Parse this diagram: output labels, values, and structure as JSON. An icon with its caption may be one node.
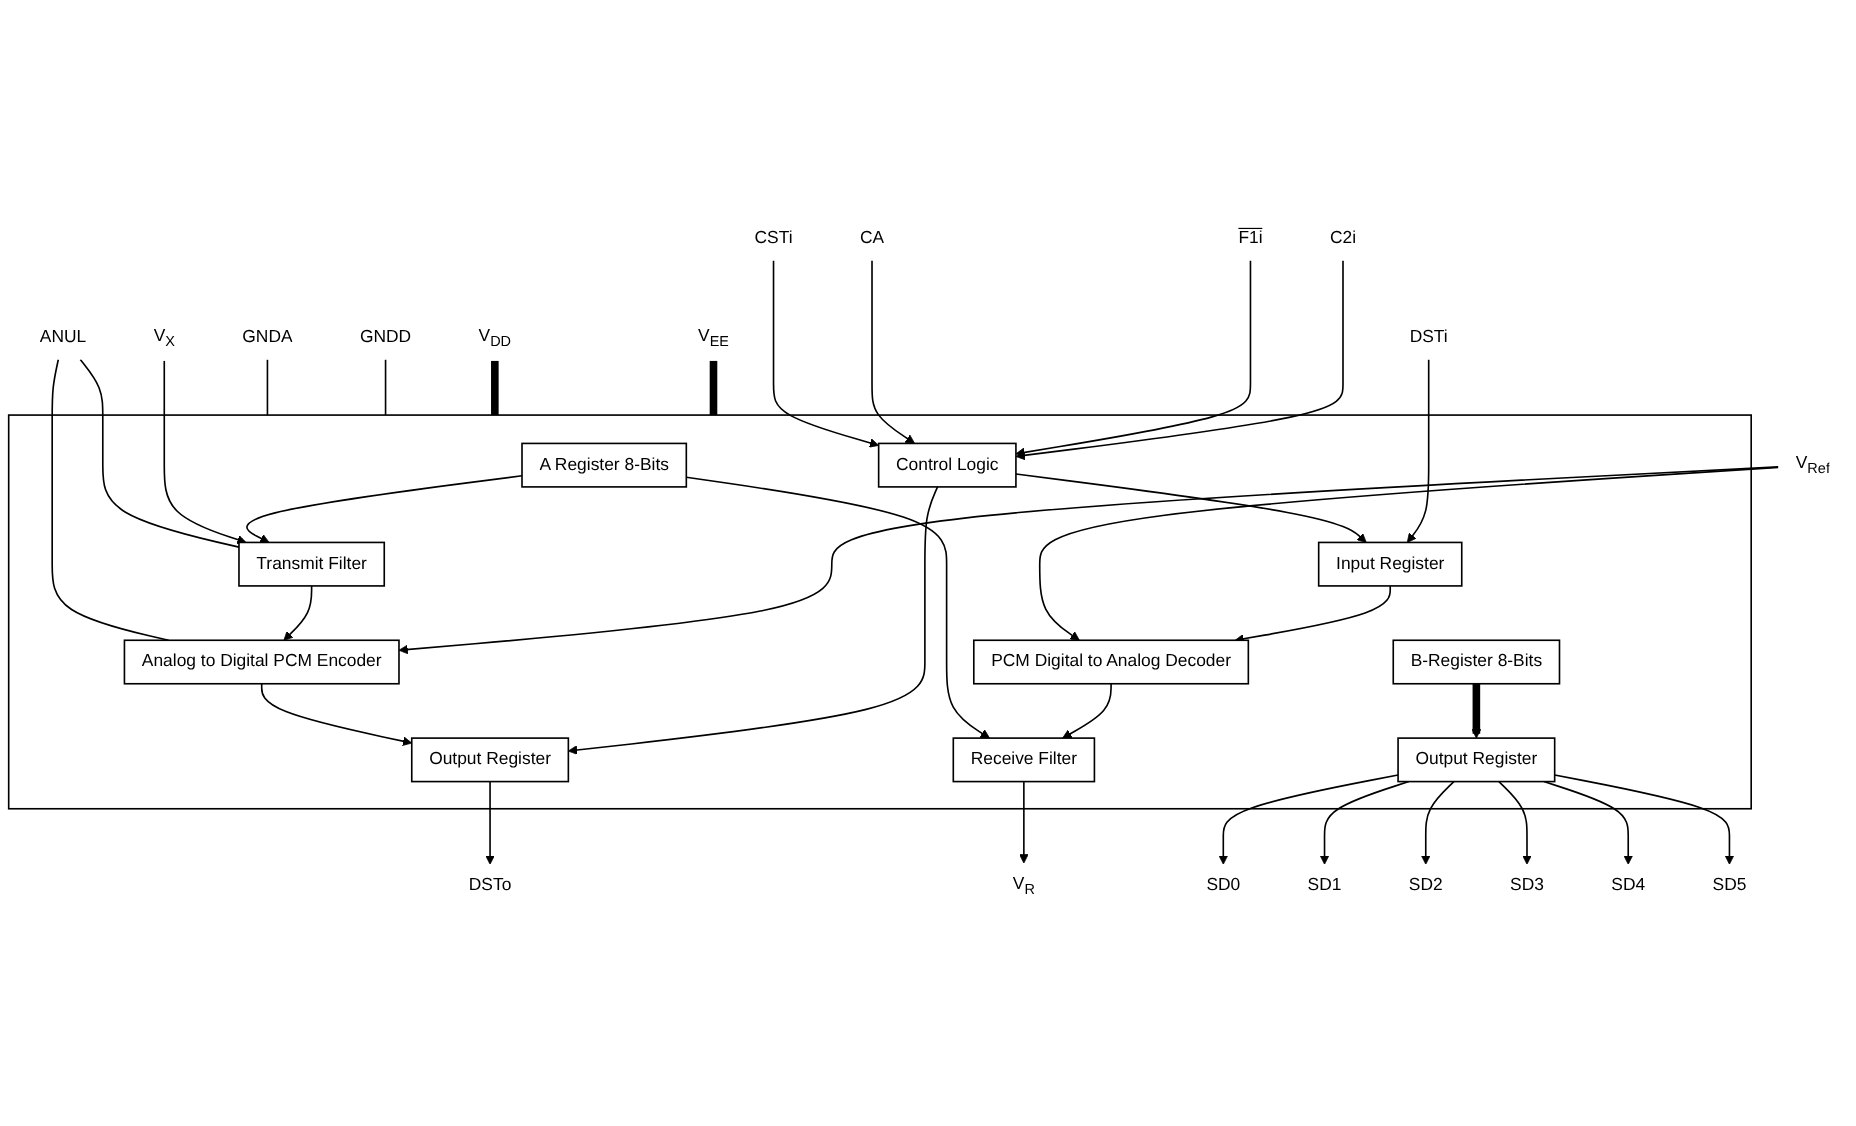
{
  "diagram": {
    "nodes": [
      {
        "text": [],
        "shape": "box"
      },
      {
        "text": [
          "Transmit Filter"
        ],
        "in": 0
      },
      {
        "text": [
          "Analog to Digital PCM Encoder"
        ],
        "in": 0
      },
      {
        "text": [
          "Output Register"
        ],
        "in": 0
      },
      {
        "text": [
          "Output Register"
        ],
        "in": 0
      },
      {
        "text": [
          "A Register 8-Bits"
        ],
        "in": 0
      },
      {
        "text": [
          "B-Register 8-Bits"
        ],
        "in": 0
      },
      {
        "text": [
          "Control Logic"
        ],
        "in": 0
      },
      {
        "text": [
          "Receive Filter"
        ],
        "in": 0
      },
      {
        "text": [
          "PCM Digital to Analog Decoder"
        ],
        "in": 0
      },
      {
        "text": [
          "Input Register"
        ],
        "in": 0
      },
      {
        "text": [
          "ANUL"
        ]
      },
      {
        "text": [
          "V$_{X}$"
        ]
      },
      {
        "text": [
          "SD0"
        ]
      },
      {
        "text": [
          "SD1"
        ]
      },
      {
        "text": [
          "SD2"
        ]
      },
      {
        "text": [
          "SD3"
        ]
      },
      {
        "text": [
          "SD4"
        ]
      },
      {
        "text": [
          "SD5"
        ]
      },
      {
        "text": [
          "V$_{R}$"
        ]
      },
      {
        "text": [
          "DSTo"
        ]
      },
      {
        "text": [
          "CSTi"
        ]
      },
      {
        "text": [
          "CA"
        ]
      },
      {
        "text": [
          "F1i"
        ]
      },
      {
        "text": [
          "C2i"
        ]
      },
      {
        "text": [
          "DSTi"
        ]
      },
      {
        "text": [
          "V$_{Ref}$"
        ]
      },
      {
        "text": [
          "GNDA"
        ]
      },
      {
        "text": [
          "GNDD"
        ]
      },
      {
        "text": [
          "V$_{DD}$"
        ]
      },
      {
        "text": [
          "V$_{EE}$"
        ]
      }
    ],
    "edges": [
      {
        "from": 11,
        "to": 1,
        "arrow": "none"
      },
      {
        "from": 11,
        "to": 2,
        "arrow": "none"
      },
      {
        "from": 12,
        "to": 1,
        "arrow": "to"
      },
      {
        "from": 1,
        "to": 2,
        "arrow": "to"
      },
      {
        "from": 2,
        "to": 3,
        "arrow": "to"
      },
      {
        "from": 3,
        "to": 20,
        "arrow": "to"
      },
      {
        "from": 4,
        "to": 13,
        "arrow": "to"
      },
      {
        "from": 4,
        "to": 14,
        "arrow": "to"
      },
      {
        "from": 4,
        "to": 15,
        "arrow": "to"
      },
      {
        "from": 4,
        "to": 16,
        "arrow": "to"
      },
      {
        "from": 4,
        "to": 17,
        "arrow": "to"
      },
      {
        "from": 4,
        "to": 18,
        "arrow": "to"
      },
      {
        "from": 5,
        "to": 1,
        "arrow": "to"
      },
      {
        "from": 5,
        "to": 8,
        "arrow": "to"
      },
      {
        "from": 26,
        "to": 2,
        "arrow": "to"
      },
      {
        "from": 26,
        "to": 9,
        "arrow": "to"
      },
      {
        "from": 6,
        "to": 4,
        "arrow": "to",
        "style": "thick"
      },
      {
        "from": 7,
        "to": 3,
        "arrow": "to"
      },
      {
        "from": 7,
        "to": 10,
        "arrow": "to"
      },
      {
        "from": 21,
        "to": 7,
        "arrow": "to"
      },
      {
        "from": 22,
        "to": 7,
        "arrow": "to"
      },
      {
        "from": 23,
        "to": 7,
        "arrow": "to"
      },
      {
        "from": 24,
        "to": 7,
        "arrow": "to"
      },
      {
        "from": 25,
        "to": 10,
        "arrow": "to"
      },
      {
        "from": 10,
        "to": 9,
        "arrow": "to"
      },
      {
        "from": 9,
        "to": 8,
        "arrow": "to"
      },
      {
        "from": 8,
        "to": 19,
        "arrow": "to"
      },
      {
        "from": 27,
        "to": 0,
        "arrow": "none"
      },
      {
        "from": 28,
        "to": 0,
        "arrow": "none"
      },
      {
        "from": 29,
        "to": 0,
        "arrow": "none",
        "style": "thick"
      },
      {
        "from": 30,
        "to": 0,
        "arrow": "none",
        "style": "thick"
      }
    ]
  }
}
